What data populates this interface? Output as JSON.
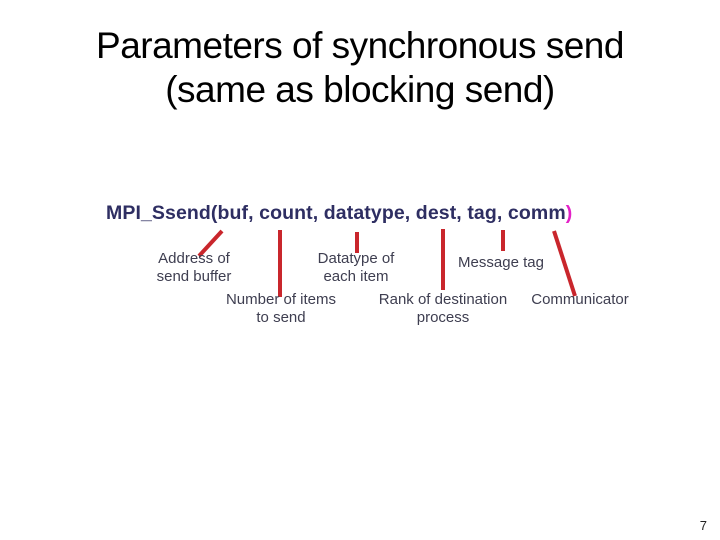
{
  "slide": {
    "title": {
      "line1": "Parameters of synchronous send",
      "line2": "(same as blocking send)"
    },
    "code": {
      "text": "MPI_Ssend(buf, count, datatype, dest, tag, comm",
      "close_paren": ")"
    },
    "annotations": {
      "buf": "Address of\nsend buffer",
      "count": "Number of items\nto send",
      "datatype": "Datatype of\neach item",
      "dest": "Rank of destination\nprocess",
      "tag": "Message tag",
      "comm": "Communicator"
    },
    "page_number": "7"
  },
  "colors": {
    "background": "#FFFFFF",
    "title_text": "#000000",
    "code_text": "#2E2E62",
    "close_paren": "#E321C7",
    "callout_line": "#C9262C",
    "annotation_text": "#3E3E50"
  }
}
